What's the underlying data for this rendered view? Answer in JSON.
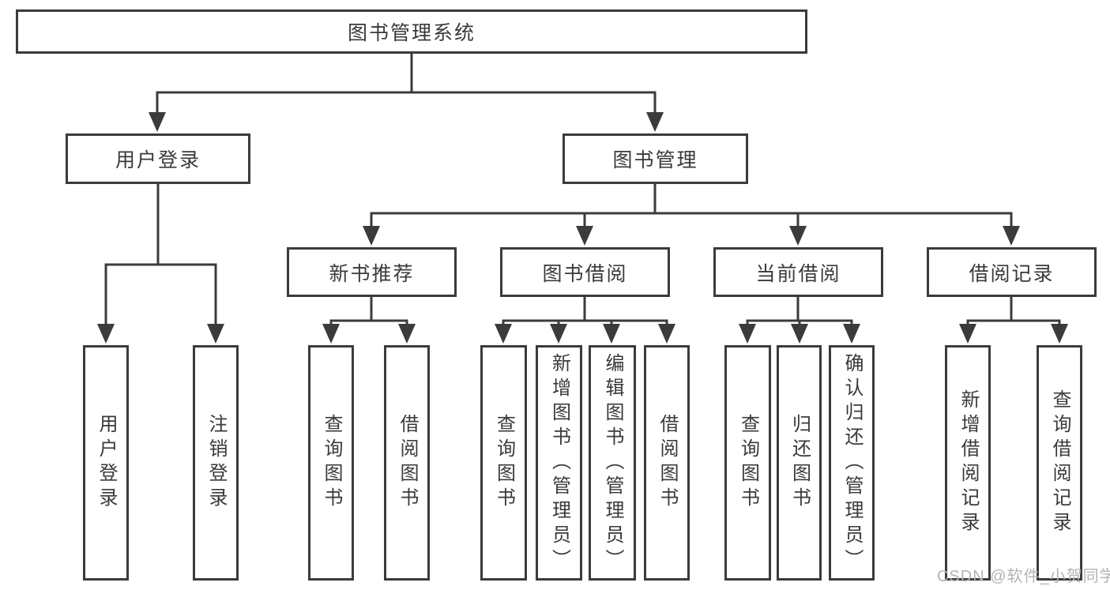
{
  "diagram": {
    "root_label": "图书管理系统",
    "level2": {
      "user_login": {
        "label": "用户登录",
        "children": [
          "用户登录",
          "注销登录"
        ]
      },
      "book_mgmt": {
        "label": "图书管理"
      }
    },
    "level3": {
      "new_books": {
        "label": "新书推荐",
        "children": [
          "查询图书",
          "借阅图书"
        ]
      },
      "book_borrow": {
        "label": "图书借阅",
        "children": [
          "查询图书",
          "新增图书（管理员）",
          "编辑图书（管理员）",
          "借阅图书"
        ]
      },
      "current_borrow": {
        "label": "当前借阅",
        "children": [
          "查询图书",
          "归还图书",
          "确认归还（管理员）"
        ]
      },
      "borrow_records": {
        "label": "借阅记录",
        "children": [
          "新增借阅记录",
          "查询借阅记录"
        ]
      }
    }
  },
  "watermark": {
    "text": "CSDN @软件_小贺同学"
  },
  "colors": {
    "line": "#3b3b3b",
    "text": "#3a3a3a",
    "watermark": "#b4b4b4",
    "background": "#ffffff"
  }
}
